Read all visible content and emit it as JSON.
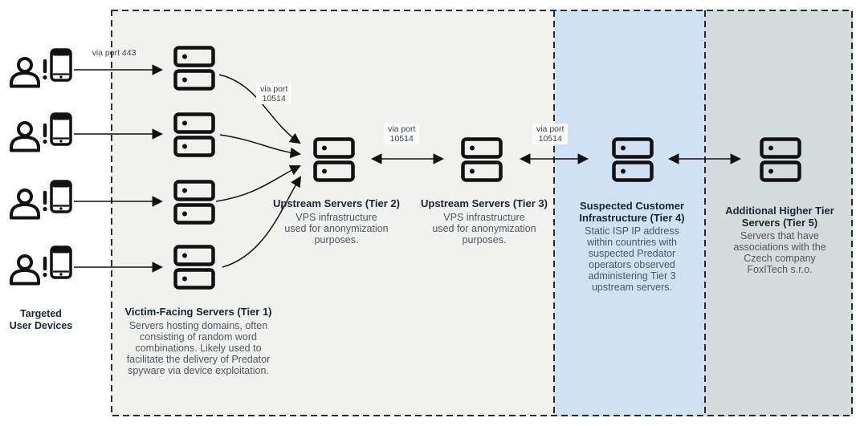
{
  "connections": {
    "via_port_443": "via port 443",
    "via_port_10514": "via port\n10514"
  },
  "devices": {
    "label": "Targeted\nUser Devices"
  },
  "tiers": [
    {
      "id": "tier-1",
      "title": "Victim-Facing Servers (Tier 1)",
      "description": "Servers hosting domains, often\nconsisting of random word\ncombinations. Likely used to\nfacilitate the delivery of Predator\nspyware via device exploitation."
    },
    {
      "id": "tier-2",
      "title": "Upstream Servers (Tier 2)",
      "description": "VPS infrastructure\nused for anonymization\npurposes."
    },
    {
      "id": "tier-3",
      "title": "Upstream Servers (Tier 3)",
      "description": "VPS infrastructure\nused for anonymization\npurposes."
    },
    {
      "id": "tier-4",
      "title": "Suspected Customer\nInfrastructure (Tier 4)",
      "description": "Static ISP IP address\nwithin countries with\nsuspected Predator\noperators observed\nadministering Tier 3\nupstream servers."
    },
    {
      "id": "tier-5",
      "title": "Additional Higher Tier\nServers (Tier 5)",
      "description": "Servers that have\nassociations with the\nCzech company\nFoxITech s.r.o."
    }
  ],
  "colors": {
    "zone_main": "#f1f1f0",
    "zone_tier4": "#cfe1f2",
    "zone_tier5": "#d3dedc",
    "icon_stroke": "#111111",
    "title_text": "#1b2531",
    "body_text": "#4e5760",
    "dashed_border": "#2b2b2b"
  }
}
